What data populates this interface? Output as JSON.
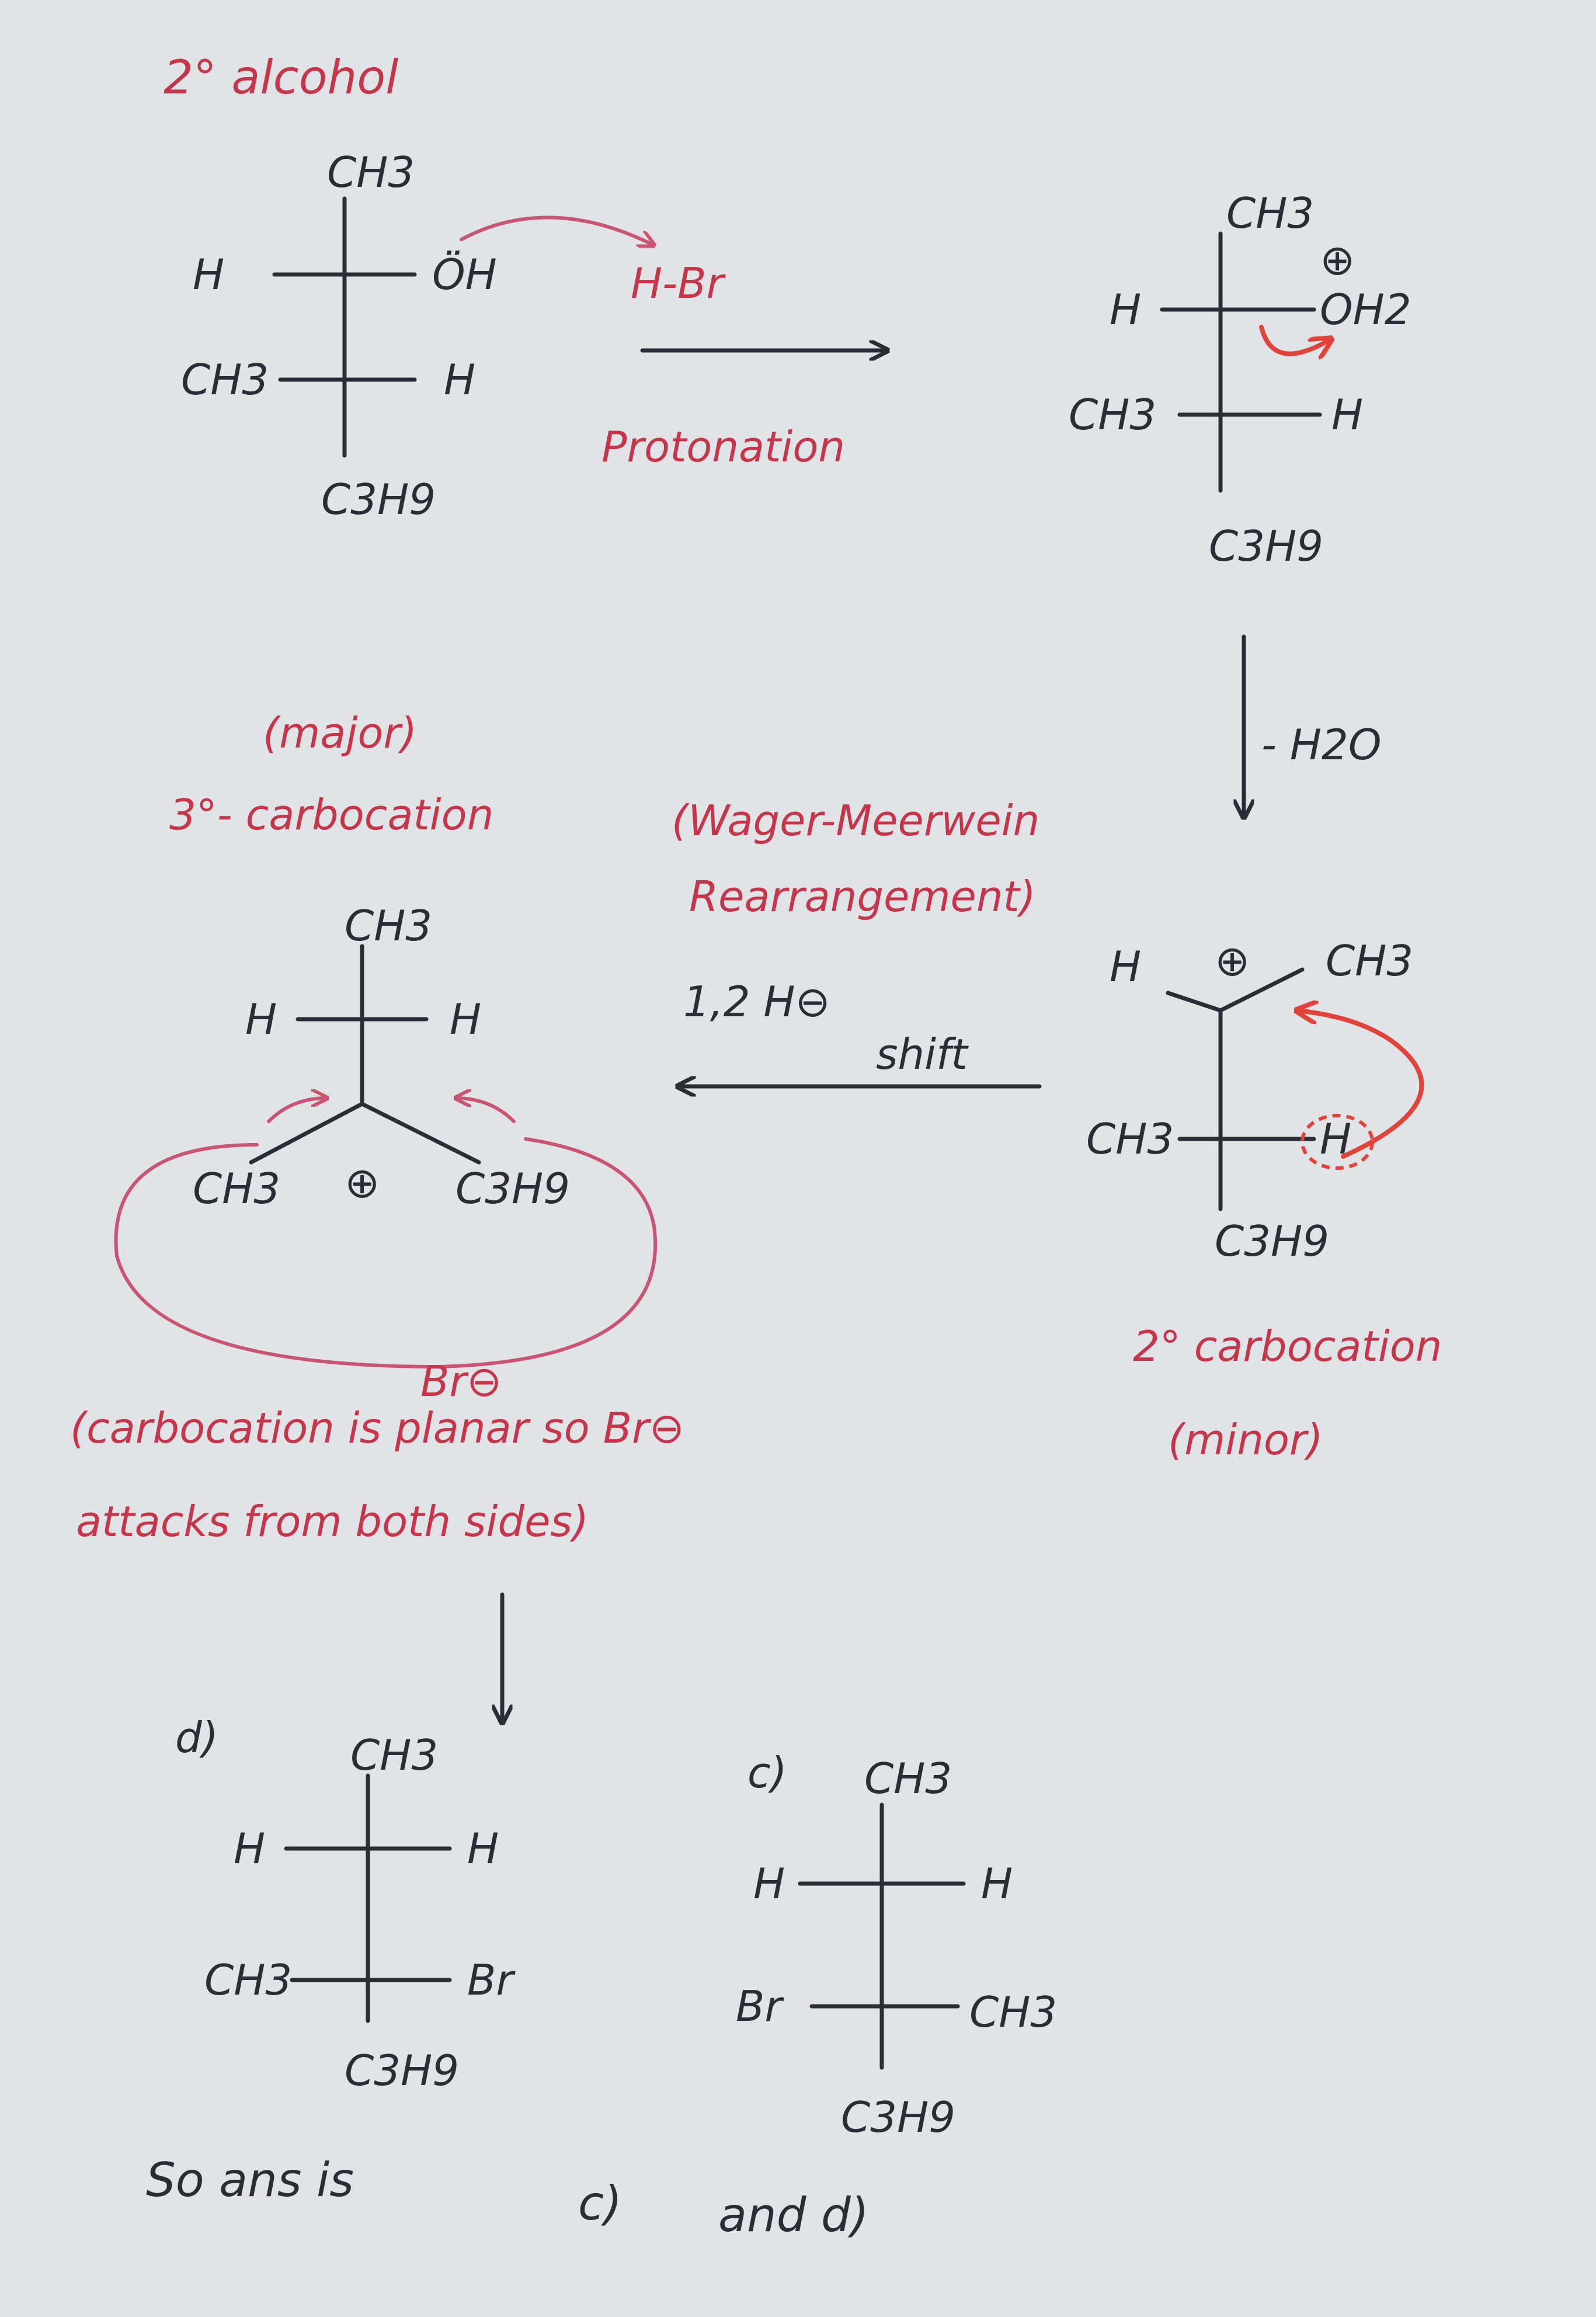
{
  "colors": {
    "ink": "#2b2d36",
    "red": "#c6364a",
    "pink_arrow": "#c85572",
    "orange_arrow": "#e0433a",
    "paper": "#e2e3e7"
  },
  "title": "2° alcohol",
  "alcohol": {
    "top": "CH3",
    "left1": "H",
    "right1": "ÖH",
    "left2": "CH3",
    "right2": "H",
    "bottom": "C3H9"
  },
  "reagent": {
    "label": "H-Br",
    "step": "Protonation"
  },
  "protonated": {
    "top": "CH3",
    "charge": "⊕",
    "left1": "H",
    "right1": "OH2",
    "left2": "CH3",
    "right2": "H",
    "bottom": "C3H9"
  },
  "loss": "- H2O",
  "secondary_cation": {
    "left_top": "H",
    "charge": "⊕",
    "right_top": "CH3",
    "left2": "CH3",
    "right2": "H",
    "bottom": "C3H9",
    "label": "2° carbocation",
    "note": "(minor)"
  },
  "rearrangement": {
    "name_line1": "(Wager-Meerwein",
    "name_line2": "Rearrangement)",
    "shift_line1": "1,2 H⊖",
    "shift_line2": "shift"
  },
  "tertiary_cation": {
    "major": "(major)",
    "label": "3°- carbocation",
    "top": "CH3",
    "left1": "H",
    "right1": "H",
    "left2": "CH3",
    "charge": "⊕",
    "right2": "C3H9"
  },
  "bromide": "Br⊖",
  "explanation": {
    "line1": "(carbocation is planar so Br⊖",
    "line2": "attacks from both sides)"
  },
  "product_d": {
    "label": "d)",
    "top": "CH3",
    "left1": "H",
    "right1": "H",
    "left2": "CH3",
    "right2": "Br",
    "bottom": "C3H9"
  },
  "product_c": {
    "label": "c)",
    "top": "CH3",
    "left1": "H",
    "right1": "H",
    "left2": "Br",
    "right2": "CH3",
    "bottom": "C3H9"
  },
  "answer": {
    "prefix": "So ans is",
    "c": "c)",
    "and": "and d)"
  }
}
